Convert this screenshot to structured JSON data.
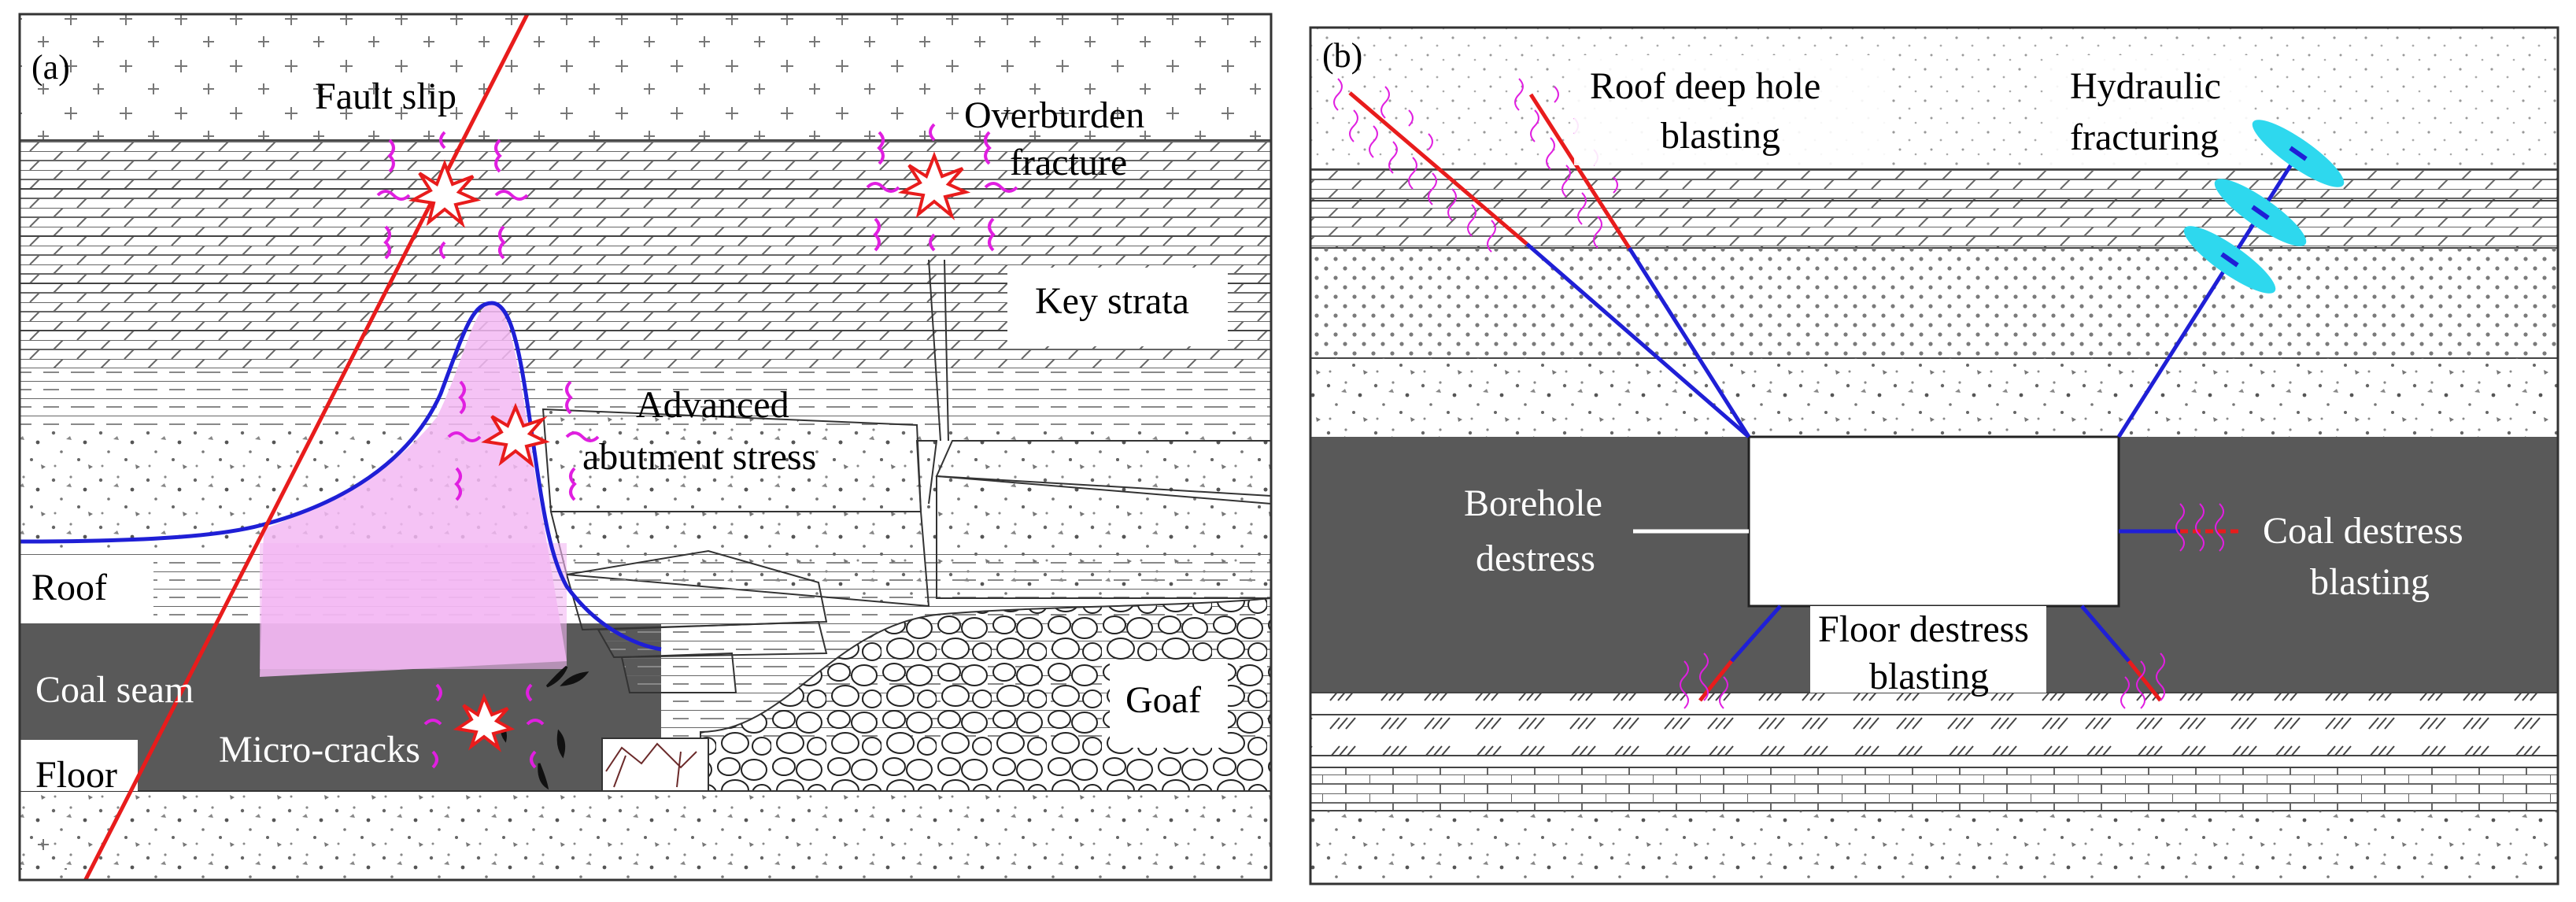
{
  "panel_a": {
    "tag": "(a)",
    "fault_slip": "Fault slip",
    "overburden_1": "Overburden",
    "overburden_2": "fracture",
    "key_strata": "Key strata",
    "advanced_1": "Advanced",
    "advanced_2": "abutment stress",
    "roof": "Roof",
    "coal_seam": "Coal seam",
    "micro_cracks": "Micro-cracks",
    "floor": "Floor",
    "goaf": "Goaf"
  },
  "panel_b": {
    "tag": "(b)",
    "roof_blast_1": "Roof deep hole",
    "roof_blast_2": "blasting",
    "hydraulic_1": "Hydraulic",
    "hydraulic_2": "fracturing",
    "borehole_1": "Borehole",
    "borehole_2": "destress",
    "coal_blast_1": "Coal destress",
    "coal_blast_2": "blasting",
    "floor_blast_1": "Floor destress",
    "floor_blast_2": "blasting"
  },
  "colors": {
    "coal": "#595959",
    "fault": "#e81c1c",
    "stress_curve": "#1f1fd6",
    "stress_zone": "#f3b8f3",
    "wave": "#e01fe0",
    "fracture_disc": "#2ed8ee",
    "borehole": "#1f1fd6"
  }
}
